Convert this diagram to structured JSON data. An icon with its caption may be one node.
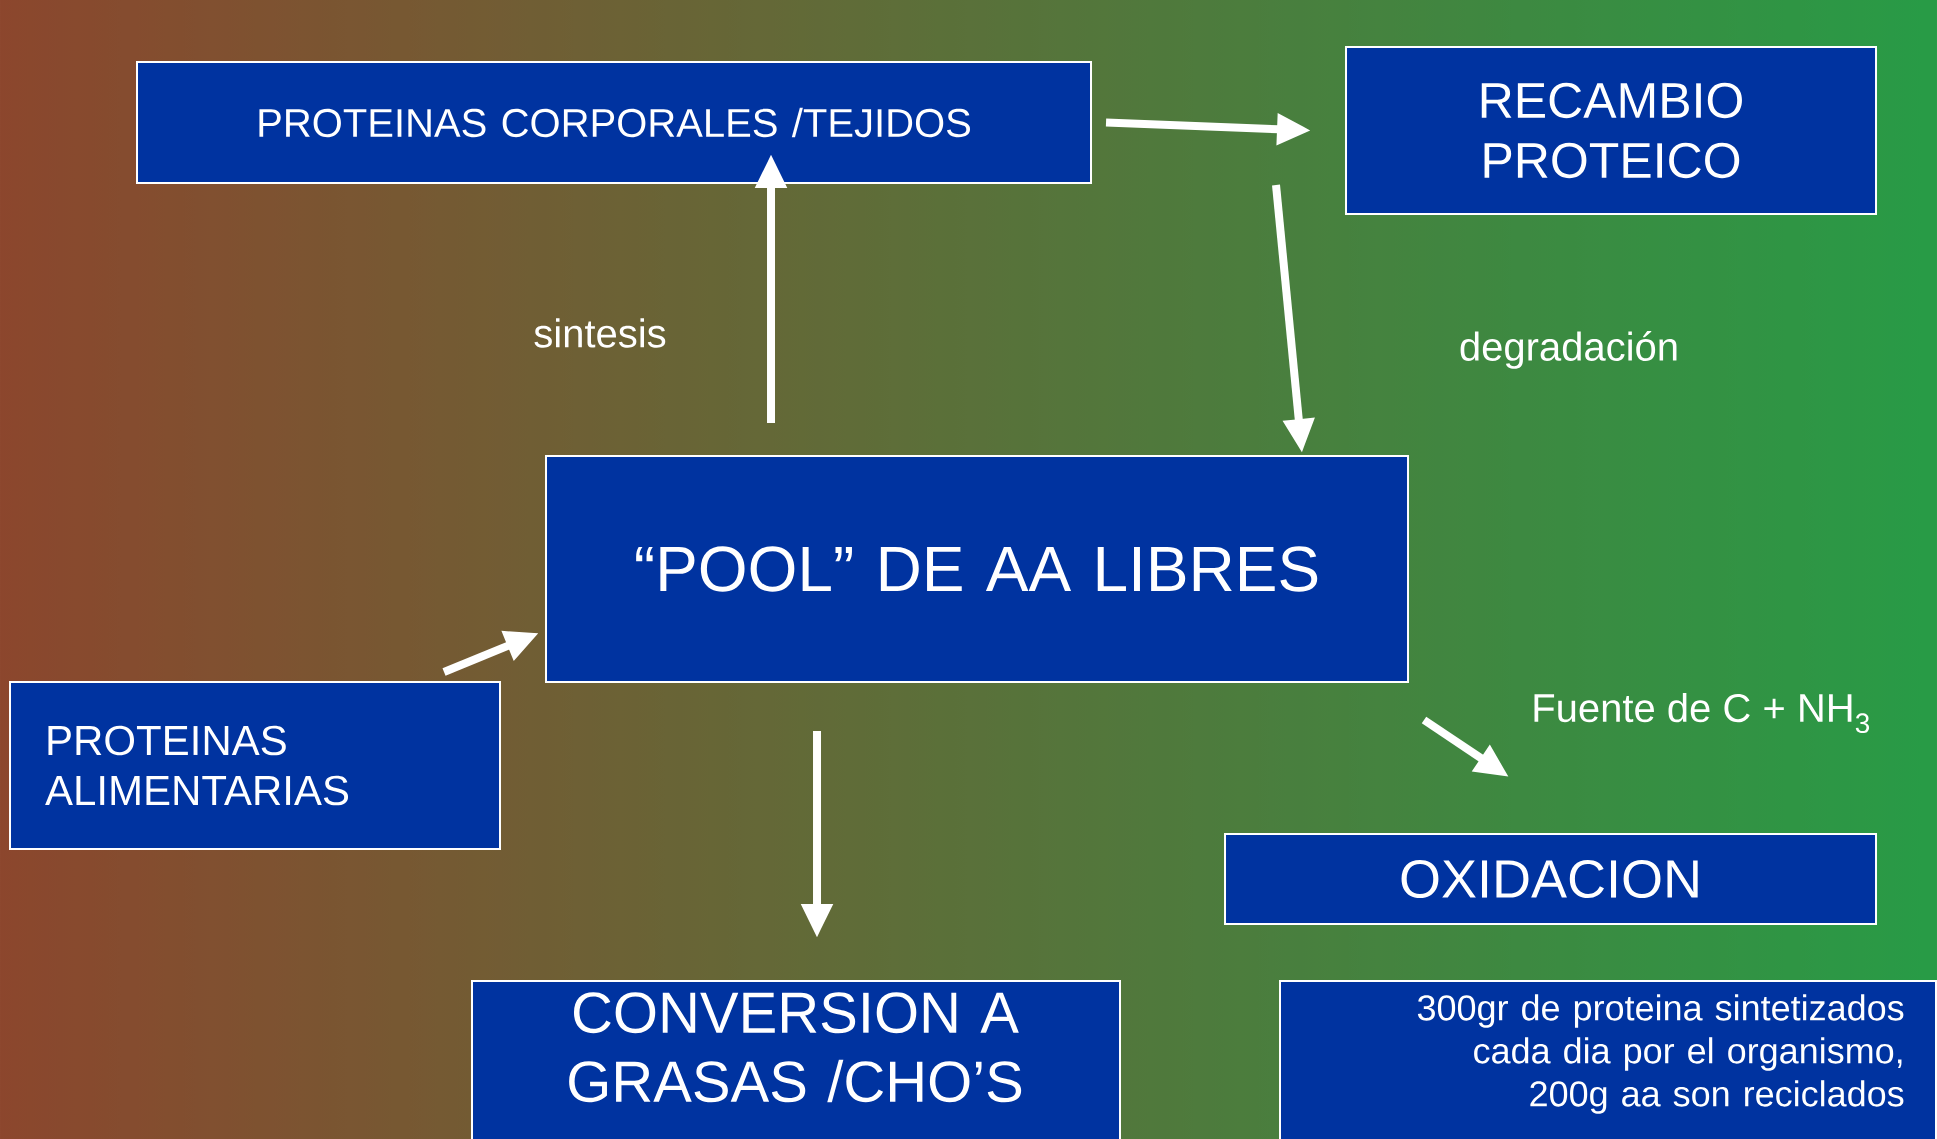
{
  "diagram": {
    "nodes": [
      {
        "text": [
          "PROTEINAS CORPORALES /TEJIDOS"
        ]
      },
      {
        "text": [
          "RECAMBIO PROTEICO"
        ]
      },
      {
        "text": [
          "“POOL” DE AA LIBRES"
        ]
      },
      {
        "text": [
          "PROTEINAS ALIMENTARIAS"
        ]
      },
      {
        "text": [
          "OXIDACION"
        ]
      },
      {
        "text": [
          "CONVERSION A GRASAS /CHO’S"
        ]
      },
      {
        "text": [
          "300gr de proteina sintetizados cada dia por el organismo, 200g aa son reciclados"
        ]
      }
    ],
    "edges": [
      {
        "from": 0,
        "to": 1,
        "arrow": "to"
      },
      {
        "from": 2,
        "to": 0,
        "arrow": "to",
        "label": "sintesis"
      },
      {
        "from": 1,
        "to": 2,
        "arrow": "to",
        "label": "degradación"
      },
      {
        "from": 3,
        "to": 2,
        "arrow": "to"
      },
      {
        "from": 2,
        "to": 4,
        "arrow": "to",
        "label": "Fuente de C + NH$_{3}$"
      },
      {
        "from": 2,
        "to": 5,
        "arrow": "to"
      }
    ]
  }
}
